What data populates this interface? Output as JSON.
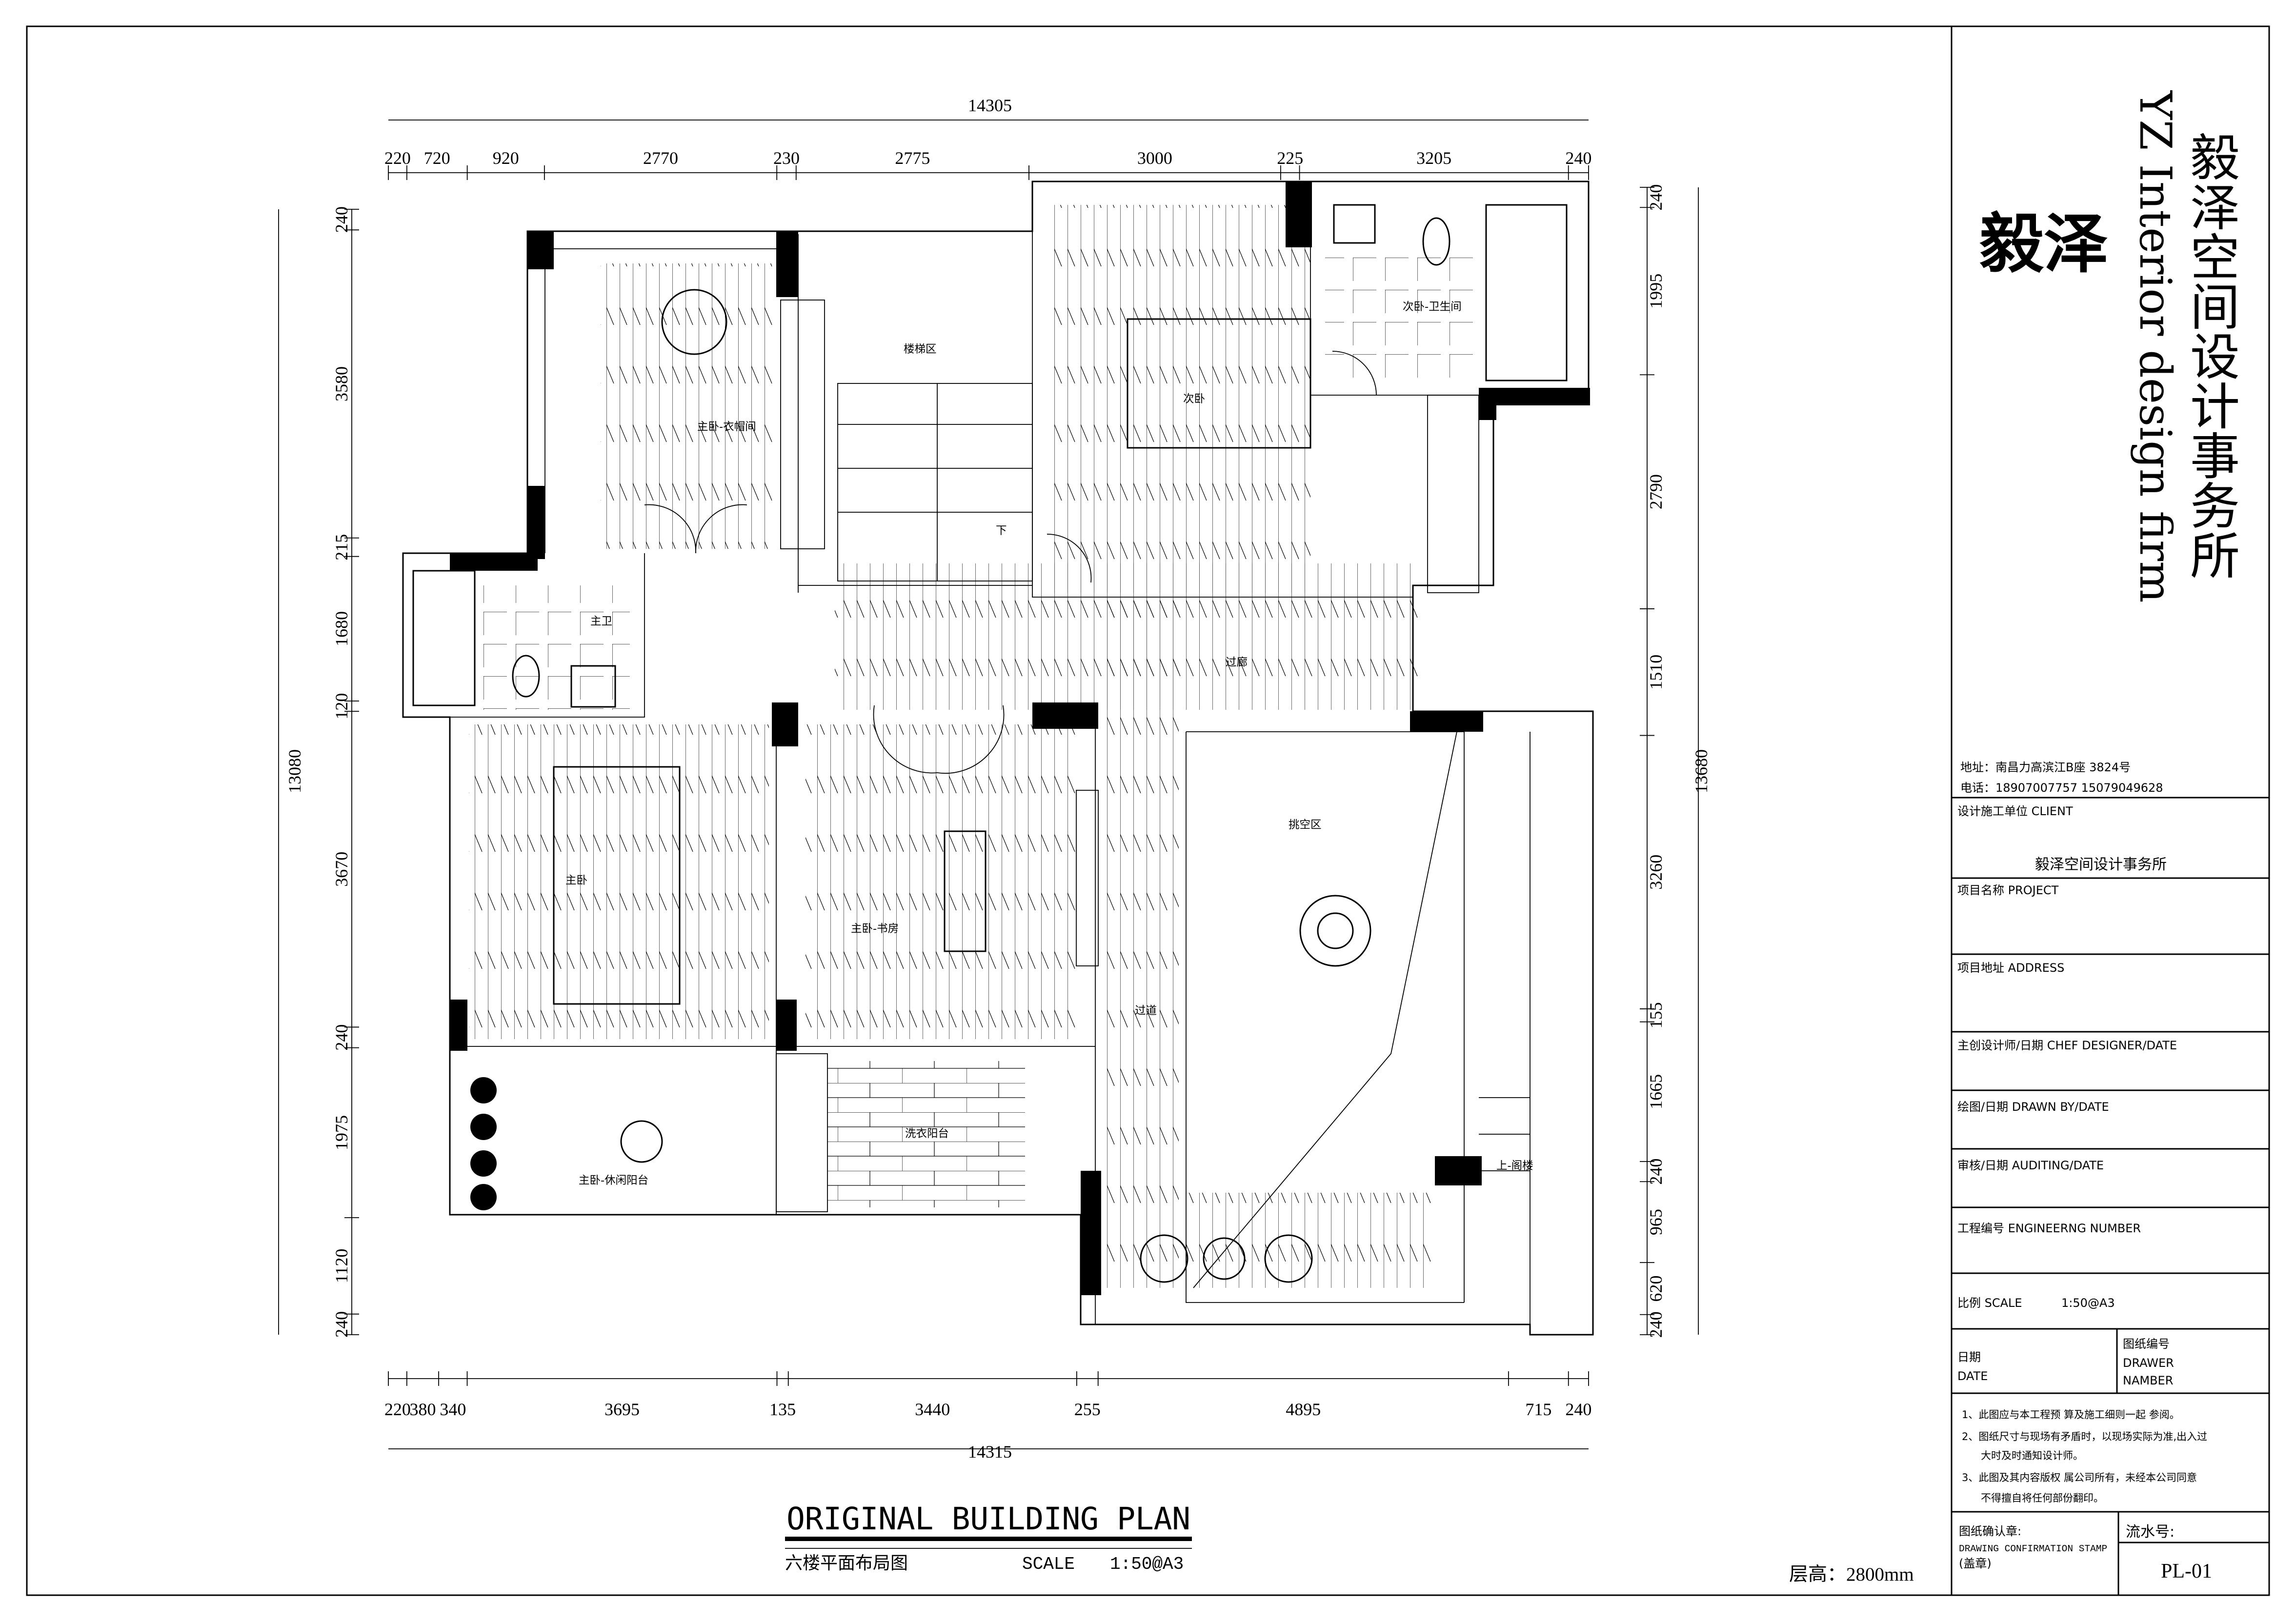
{
  "header": {
    "logo_text": "毅泽",
    "firm_name_cn": "毅泽空间设计事务所",
    "firm_name_en": "YZ Interior design firm"
  },
  "title_block": {
    "address": "地址：南昌力高滨江B座 3824号",
    "phone": "电话：18907007757 15079049628",
    "client_label": "设计施工单位 CLIENT",
    "client_value": "毅泽空间设计事务所",
    "project_label": "项目名称 PROJECT",
    "address_label": "项目地址 ADDRESS",
    "designer_label": "主创设计师/日期 CHEF DESIGNER/DATE",
    "drawn_label": "绘图/日期 DRAWN BY/DATE",
    "auditing_label": "审核/日期 AUDITING/DATE",
    "engineering_label": "工程编号 ENGINEERNG NUMBER",
    "scale_label": "比例 SCALE",
    "scale_value": "1:50@A3",
    "date_label_cn": "日期",
    "date_label_en": "DATE",
    "drawing_no_cn": "图纸编号",
    "drawing_no_en1": "DRAWER",
    "drawing_no_en2": "NAMBER",
    "notes": [
      "1、此图应与本工程预 算及施工细则一起 参阅。",
      "2、图纸尺寸与现场有矛盾时，以现场实际为准,出入过",
      "大时及时通知设计师。",
      "3、此图及其内容版权 属公司所有，未经本公司同意",
      "不得擅自将任何部份翻印。"
    ],
    "stamp_cn": "图纸确认章:",
    "stamp_en": "DRAWING CONFIRMATION STAMP",
    "stamp_note": "(盖章)",
    "serial_label": "流水号:",
    "serial_value": "PL-01"
  },
  "drawing": {
    "title_en": "ORIGINAL BUILDING PLAN",
    "title_cn": "六楼平面布局图",
    "scale_label": "SCALE",
    "scale_value": "1:50@A3",
    "floor_height": "层高：2800mm"
  },
  "rooms": [
    "楼梯区",
    "主卧-衣帽间",
    "次卧",
    "次卧-卫生间",
    "主卫",
    "过廊",
    "挑空区",
    "主卧",
    "主卧-书房",
    "过道",
    "洗衣阳台",
    "主卧-休闲阳台",
    "上-阁楼",
    "下"
  ],
  "dimensions": {
    "top_total": "14305",
    "top": [
      "220",
      "720",
      "920",
      "2770",
      "230",
      "2775",
      "3000",
      "225",
      "3205",
      "240"
    ],
    "bottom_total": "14315",
    "bottom": [
      "220",
      "380",
      "340",
      "3695",
      "135",
      "3440",
      "255",
      "4895",
      "715",
      "240"
    ],
    "left_total": "13080",
    "left": [
      "240",
      "3580",
      "215",
      "1680",
      "120",
      "3670",
      "240",
      "1975",
      "1120",
      "240"
    ],
    "right_total": "13680",
    "right": [
      "240",
      "1995",
      "2790",
      "1510",
      "3260",
      "155",
      "1665",
      "240",
      "965",
      "620",
      "240"
    ]
  }
}
